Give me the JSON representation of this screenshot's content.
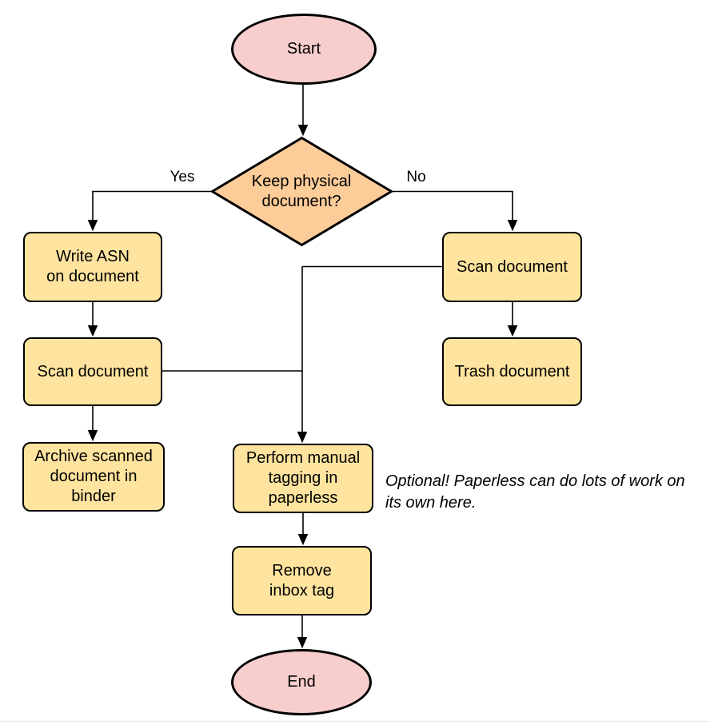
{
  "diagram": {
    "nodes": {
      "start": {
        "label": "Start",
        "type": "terminal"
      },
      "decision": {
        "label": "Keep physical\ndocument?",
        "type": "decision"
      },
      "write_asn": {
        "label": "Write ASN\non document",
        "type": "process"
      },
      "scan_left": {
        "label": "Scan document",
        "type": "process"
      },
      "archive": {
        "label": "Archive scanned\ndocument in\nbinder",
        "type": "process"
      },
      "scan_right": {
        "label": "Scan document",
        "type": "process"
      },
      "trash": {
        "label": "Trash document",
        "type": "process"
      },
      "tagging": {
        "label": "Perform manual\ntagging in\npaperless",
        "type": "process"
      },
      "remove_inbox": {
        "label": "Remove\ninbox tag",
        "type": "process"
      },
      "end": {
        "label": "End",
        "type": "terminal"
      }
    },
    "edge_labels": {
      "yes": "Yes",
      "no": "No"
    },
    "note": "Optional! Paperless can do lots of work on\nits own here.",
    "colors": {
      "terminal_fill": "#f8cecc",
      "decision_fill": "#fccc99",
      "process_fill": "#fee49e",
      "stroke": "#000000",
      "note_text": "#000000",
      "bottom_rule": "#ebe9e0"
    }
  }
}
